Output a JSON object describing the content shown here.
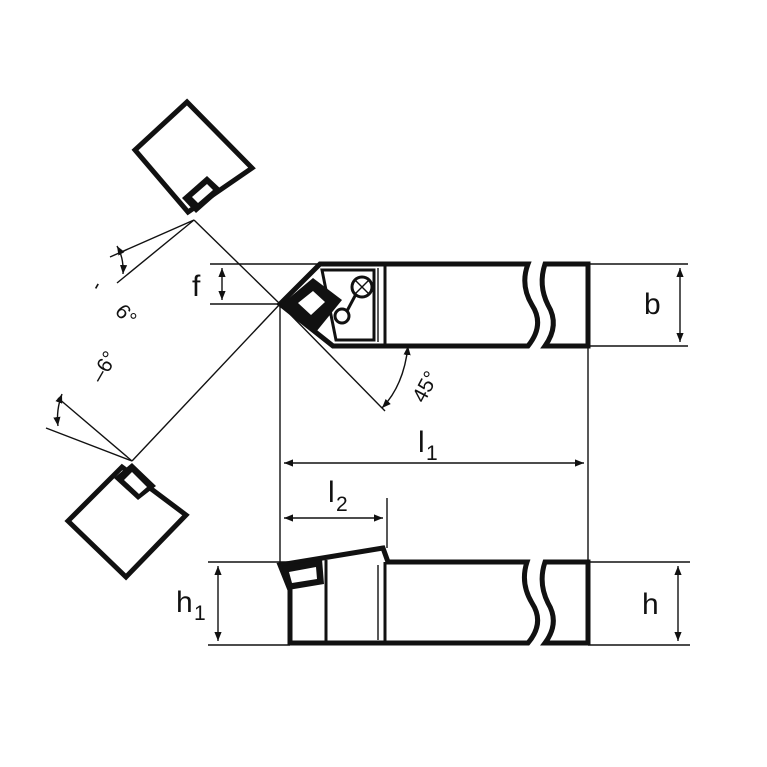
{
  "labels": {
    "f": "f",
    "b": "b",
    "l1_main": "l",
    "l1_sub": "1",
    "l2_main": "l",
    "l2_sub": "2",
    "h1_main": "h",
    "h1_sub": "1",
    "h": "h",
    "angle_45": "45°",
    "angle_upper": "6°",
    "angle_upper_sign": "-",
    "angle_lower": "–6°"
  },
  "colors": {
    "line": "#111111",
    "background": "#ffffff"
  }
}
